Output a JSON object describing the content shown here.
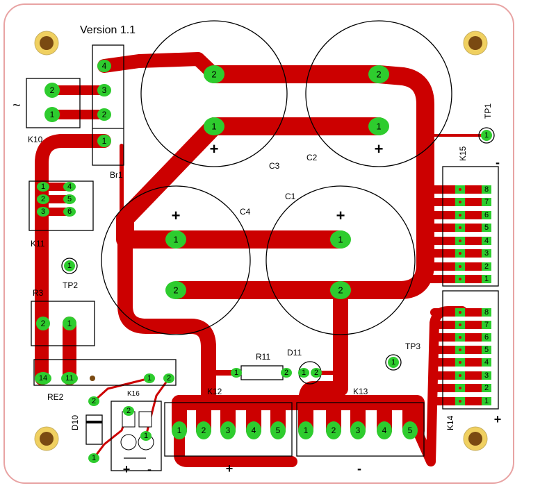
{
  "board": {
    "title": "Version 1.1",
    "colors": {
      "outline": "#e8a3a3",
      "trace": "#cc0000",
      "pad": "#2ecc2e",
      "hole": "#7a4a12",
      "hole_ring": "#f0d060"
    }
  },
  "labels": {
    "tilde": "~",
    "k10": "K10",
    "br1": "Br1",
    "k11": "K11",
    "tp2": "TP2",
    "r3": "R3",
    "re2": "RE2",
    "k16": "K16",
    "d10": "D10",
    "c3": "C3",
    "c2": "C2",
    "c1": "C1",
    "c4": "C4",
    "tp1": "TP1",
    "k15": "K15",
    "r11": "R11",
    "d11": "D11",
    "k12": "K12",
    "k13": "K13",
    "tp3": "TP3",
    "k14": "K14",
    "plus": "+",
    "minus": "-"
  },
  "pins": {
    "one": "1",
    "two": "2",
    "three": "3",
    "four": "4",
    "five": "5",
    "six": "6",
    "seven": "7",
    "eight": "8",
    "eleven": "11",
    "fourteen": "14"
  }
}
